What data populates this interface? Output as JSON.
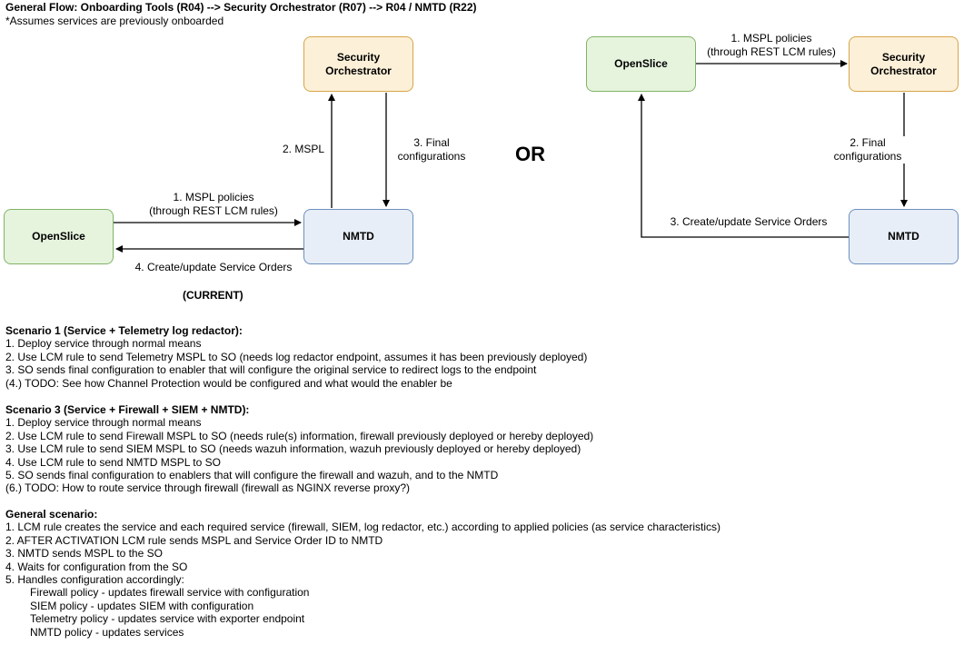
{
  "header": {
    "title": "General Flow: Onboarding Tools (R04) --> Security Orchestrator (R07) --> R04 / NMTD (R22)",
    "note": "*Assumes services are previously onboarded"
  },
  "flow_current": {
    "nodes": {
      "openslice": "OpenSlice",
      "security_orchestrator": "Security\nOrchestrator",
      "nmtd": "NMTD"
    },
    "edges": {
      "mspl_policies": "1. MSPL policies\n(through REST LCM rules)",
      "mspl": "2. MSPL",
      "final_configurations": "3. Final\nconfigurations",
      "service_orders": "4. Create/update Service Orders"
    },
    "caption": "(CURRENT)"
  },
  "separator": "OR",
  "flow_alternative": {
    "nodes": {
      "openslice": "OpenSlice",
      "security_orchestrator": "Security\nOrchestrator",
      "nmtd": "NMTD"
    },
    "edges": {
      "mspl_policies": "1. MSPL policies\n(through REST LCM rules)",
      "final_configurations": "2. Final\nconfigurations",
      "service_orders": "3. Create/update Service Orders"
    }
  },
  "scenarios": {
    "scenario1": {
      "heading": "Scenario 1 (Service + Telemetry log redactor):",
      "lines": [
        "1. Deploy service through normal means",
        "2. Use LCM rule to send Telemetry MSPL to SO (needs log redactor endpoint, assumes it has been previously deployed)",
        "3. SO sends final configuration to enabler that will configure the original service to redirect logs to the endpoint",
        "(4.) TODO: See how Channel Protection would be configured and what would the enabler be"
      ]
    },
    "scenario3": {
      "heading": "Scenario 3 (Service + Firewall + SIEM + NMTD):",
      "lines": [
        "1. Deploy service through normal means",
        "2. Use LCM rule to send Firewall MSPL to SO (needs rule(s) information, firewall previously deployed or hereby deployed)",
        "3. Use LCM rule to send SIEM MSPL to SO (needs wazuh information, wazuh previously deployed or hereby deployed)",
        "4. Use LCM rule to send NMTD MSPL to SO",
        "5. SO sends final configuration to enablers that will configure the firewall and wazuh, and to the NMTD",
        "(6.) TODO: How to route service through firewall (firewall as NGINX reverse proxy?)"
      ]
    },
    "general": {
      "heading": "General scenario:",
      "lines": [
        "1. LCM rule creates the service and each required service (firewall, SIEM, log redactor, etc.) according to applied policies (as service characteristics)",
        "2. AFTER ACTIVATION LCM rule sends MSPL and Service Order ID to NMTD",
        "3. NMTD sends MSPL to the SO",
        "4. Waits for configuration from the SO",
        "5. Handles configuration accordingly:"
      ],
      "sublines": [
        "Firewall policy - updates firewall service with configuration",
        "SIEM policy - updates SIEM with configuration",
        "Telemetry policy - updates service with exporter endpoint",
        "NMTD policy - updates services"
      ]
    }
  },
  "colors": {
    "green_fill": "#e6f4de",
    "green_stroke": "#82b366",
    "orange_fill": "#fdf0d8",
    "orange_stroke": "#d6a54a",
    "blue_fill": "#e8eef7",
    "blue_stroke": "#6c8ebf",
    "arrow": "#000000"
  }
}
